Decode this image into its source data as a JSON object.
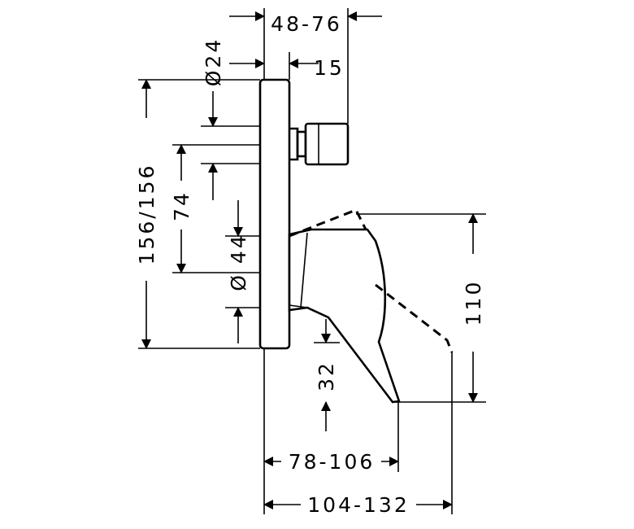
{
  "dimensions": {
    "depth_range": "48-76",
    "diameter_24": "Ø24",
    "spout_length": "15",
    "plate_height": "156/156",
    "spacing_74": "74",
    "diameter_44": "Ø 44",
    "handle_height": "110",
    "offset_32": "32",
    "lever_reach": "78-106",
    "total_reach": "104-132"
  }
}
